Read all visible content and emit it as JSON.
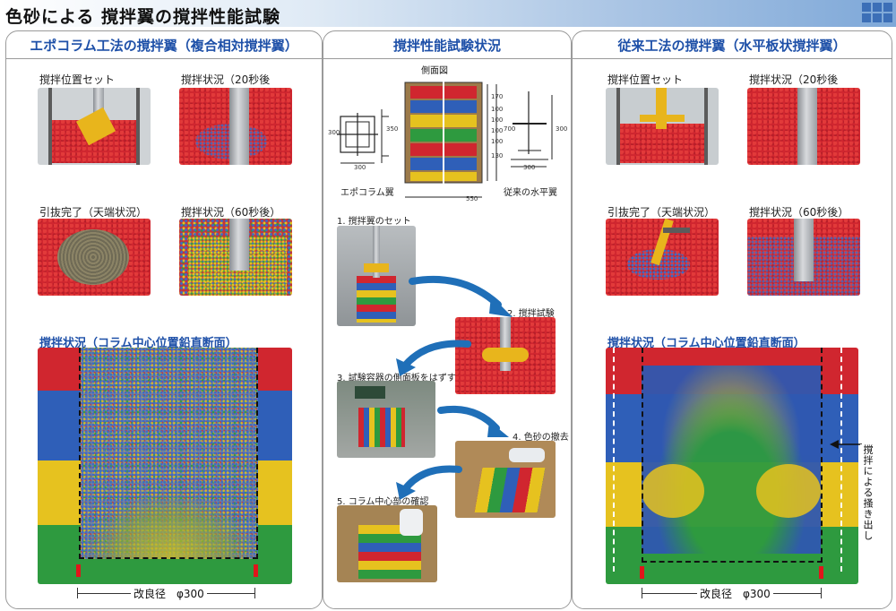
{
  "header": {
    "title": "色砂による 撹拌翼の撹拌性能試験"
  },
  "left": {
    "heading": "エポコラム工法の撹拌翼（複合相対撹拌翼）",
    "photos": [
      {
        "caption": "撹拌位置セット"
      },
      {
        "caption": "撹拌状況（20秒後"
      },
      {
        "caption": "引抜完了（天端状況）"
      },
      {
        "caption": "撹拌状況（60秒後）"
      }
    ],
    "section_caption": "撹拌状況（コラム中心位置鉛直断面）",
    "dimension": "改良径　φ300"
  },
  "center": {
    "heading": "撹拌性能試験状況",
    "diagram": {
      "side_view": "側面図",
      "label_left": "エポコラム翼",
      "label_right": "従来の水平翼",
      "dims": [
        "300",
        "300",
        "350",
        "300",
        "300",
        "550",
        "700",
        "170",
        "100",
        "100",
        "100",
        "100",
        "130"
      ]
    },
    "steps": [
      {
        "label": "1. 撹拌翼のセット"
      },
      {
        "label": "2. 撹拌試験"
      },
      {
        "label": "3. 試験容器の側面板をはずす"
      },
      {
        "label": "4. 色砂の撤去"
      },
      {
        "label": "5. コラム中心部の確認"
      }
    ]
  },
  "right": {
    "heading": "従来工法の撹拌翼（水平板状撹拌翼）",
    "photos": [
      {
        "caption": "撹拌位置セット"
      },
      {
        "caption": "撹拌状況（20秒後"
      },
      {
        "caption": "引抜完了（天端状況）"
      },
      {
        "caption": "撹拌状況（60秒後）"
      }
    ],
    "section_caption": "撹拌状況（コラム中心位置鉛直断面）",
    "side_note": "撹拌による掻き出し",
    "dimension": "改良径　φ300"
  },
  "colors": {
    "red": "#d0262f",
    "blue": "#2f5fb8",
    "yellow": "#e6c21f",
    "green": "#2e9a3f",
    "heading_blue": "#1e50a8"
  }
}
